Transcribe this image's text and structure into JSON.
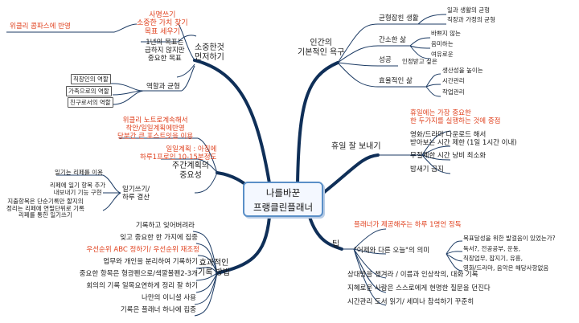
{
  "center": {
    "line1": "나를바꾼",
    "line2": "프랭클린플래너"
  },
  "left": {
    "priority": {
      "title_l1": "소중한것",
      "title_l2": "먼저하기",
      "mission_l1": "사명쓰기",
      "mission_l2": "소중한 가치 찾기",
      "mission_l3": "목표 세우기",
      "compass": "위클리 콤파스에 반영",
      "goal_l1": "1년의 목표는",
      "goal_l2": "급하지 않지만",
      "goal_l3": "중요한 목표",
      "roles_title": "역할과 균형",
      "role1": "직장인의 역할",
      "role2": "가족으로의 역할",
      "role3": "친구로서의 역할"
    },
    "weekly": {
      "title_l1": "주간계획의",
      "title_l2": "중요성",
      "red_l1": "위클리 노트로계속해서",
      "red_l2": "착안/일일계획에반영",
      "red_l3": "당분간 큰 포스트잇을 이용",
      "daily_l1": "일일계획 : 아침에",
      "daily_l2": "하루1프로인 10-15분정도",
      "journal_l1": "일기쓰기/",
      "journal_l2": "하루 결산",
      "j1": "일기는 리페를 이용",
      "j2_l1": "리페에 일기 항목 추가",
      "j2_l2": "내보내기 기능 구현",
      "j3_l1": "지출항목은 단순기록만 할지의",
      "j3_l2": "정리는 리페에 연필단위로 기록",
      "j3_l3": "리페를 통한 일기쓰기"
    },
    "method": {
      "title_l1": "효과적인",
      "title_l2": "기록 방법",
      "m1": "기록하고 잊어버려라",
      "m2": "잊고 중요한 한 가지에 집중",
      "m3": "우선순위 ABC 정하기/ 우선순위 재조정",
      "m4": "업무와 개인을 분리하여 기록하기",
      "m5": "중요한 항목은 형광펜으로/색깔볼펜2-3개",
      "m6": "회의의 기록 일목요연하게 정리 잘 하기",
      "m7": "나만의 이니셜 사용",
      "m8": "기록은 플래너 하나에 집중"
    }
  },
  "right": {
    "needs": {
      "title_l1": "인간의",
      "title_l2": "기본적인 욕구",
      "balance": "균형잡힌 생활",
      "bal1": "일과 생활의 균형",
      "bal2": "직장과 가정의 균형",
      "simple": "간소한 삶",
      "s1": "바쁘지 않는",
      "s2": "음미하는",
      "s3": "여유로운",
      "success": "성공",
      "succ1": "인정받고 싶은",
      "efficient": "효율적인 삶",
      "e1": "생산성을 높이는",
      "e2": "시간관리",
      "e3": "작업관리"
    },
    "day": {
      "title": "휴일 잘 보내기",
      "red_l1": "휴일에는 가장 중요한",
      "red_l2": "한 두가지를 실행하는 것에 중점",
      "d1_l1": "영화/드라마 다운로드 해서",
      "d1_l2": "받아보는 시간 제한 (1일 1시간 이내)",
      "d2": "무절제한 시간 낭비 최소화",
      "d3": "밤새기 금지"
    },
    "tips": {
      "title": "팁",
      "red": "플래너가 제공해주는 하루 1명언 정독",
      "q_title": "\"어제와 다른 오늘\"의 의미",
      "q1": "목표달성을 위한 발걸음이 있었는가?",
      "q2": "독서?, 전공공부, 운동,",
      "q3": "직장업무, 잡지기, 유흥,",
      "q4": "영화/드라마, 음악은 해당사항없음",
      "t2": "상대방을 챙겨라 / 이름과 인상착의, 대화 기록",
      "t3": "지혜로운 사람은 스스로에게 현명한 질문을 던진다",
      "t4": "시간관리 도서 읽기/ 세미나 참석하기 꾸준히"
    }
  }
}
